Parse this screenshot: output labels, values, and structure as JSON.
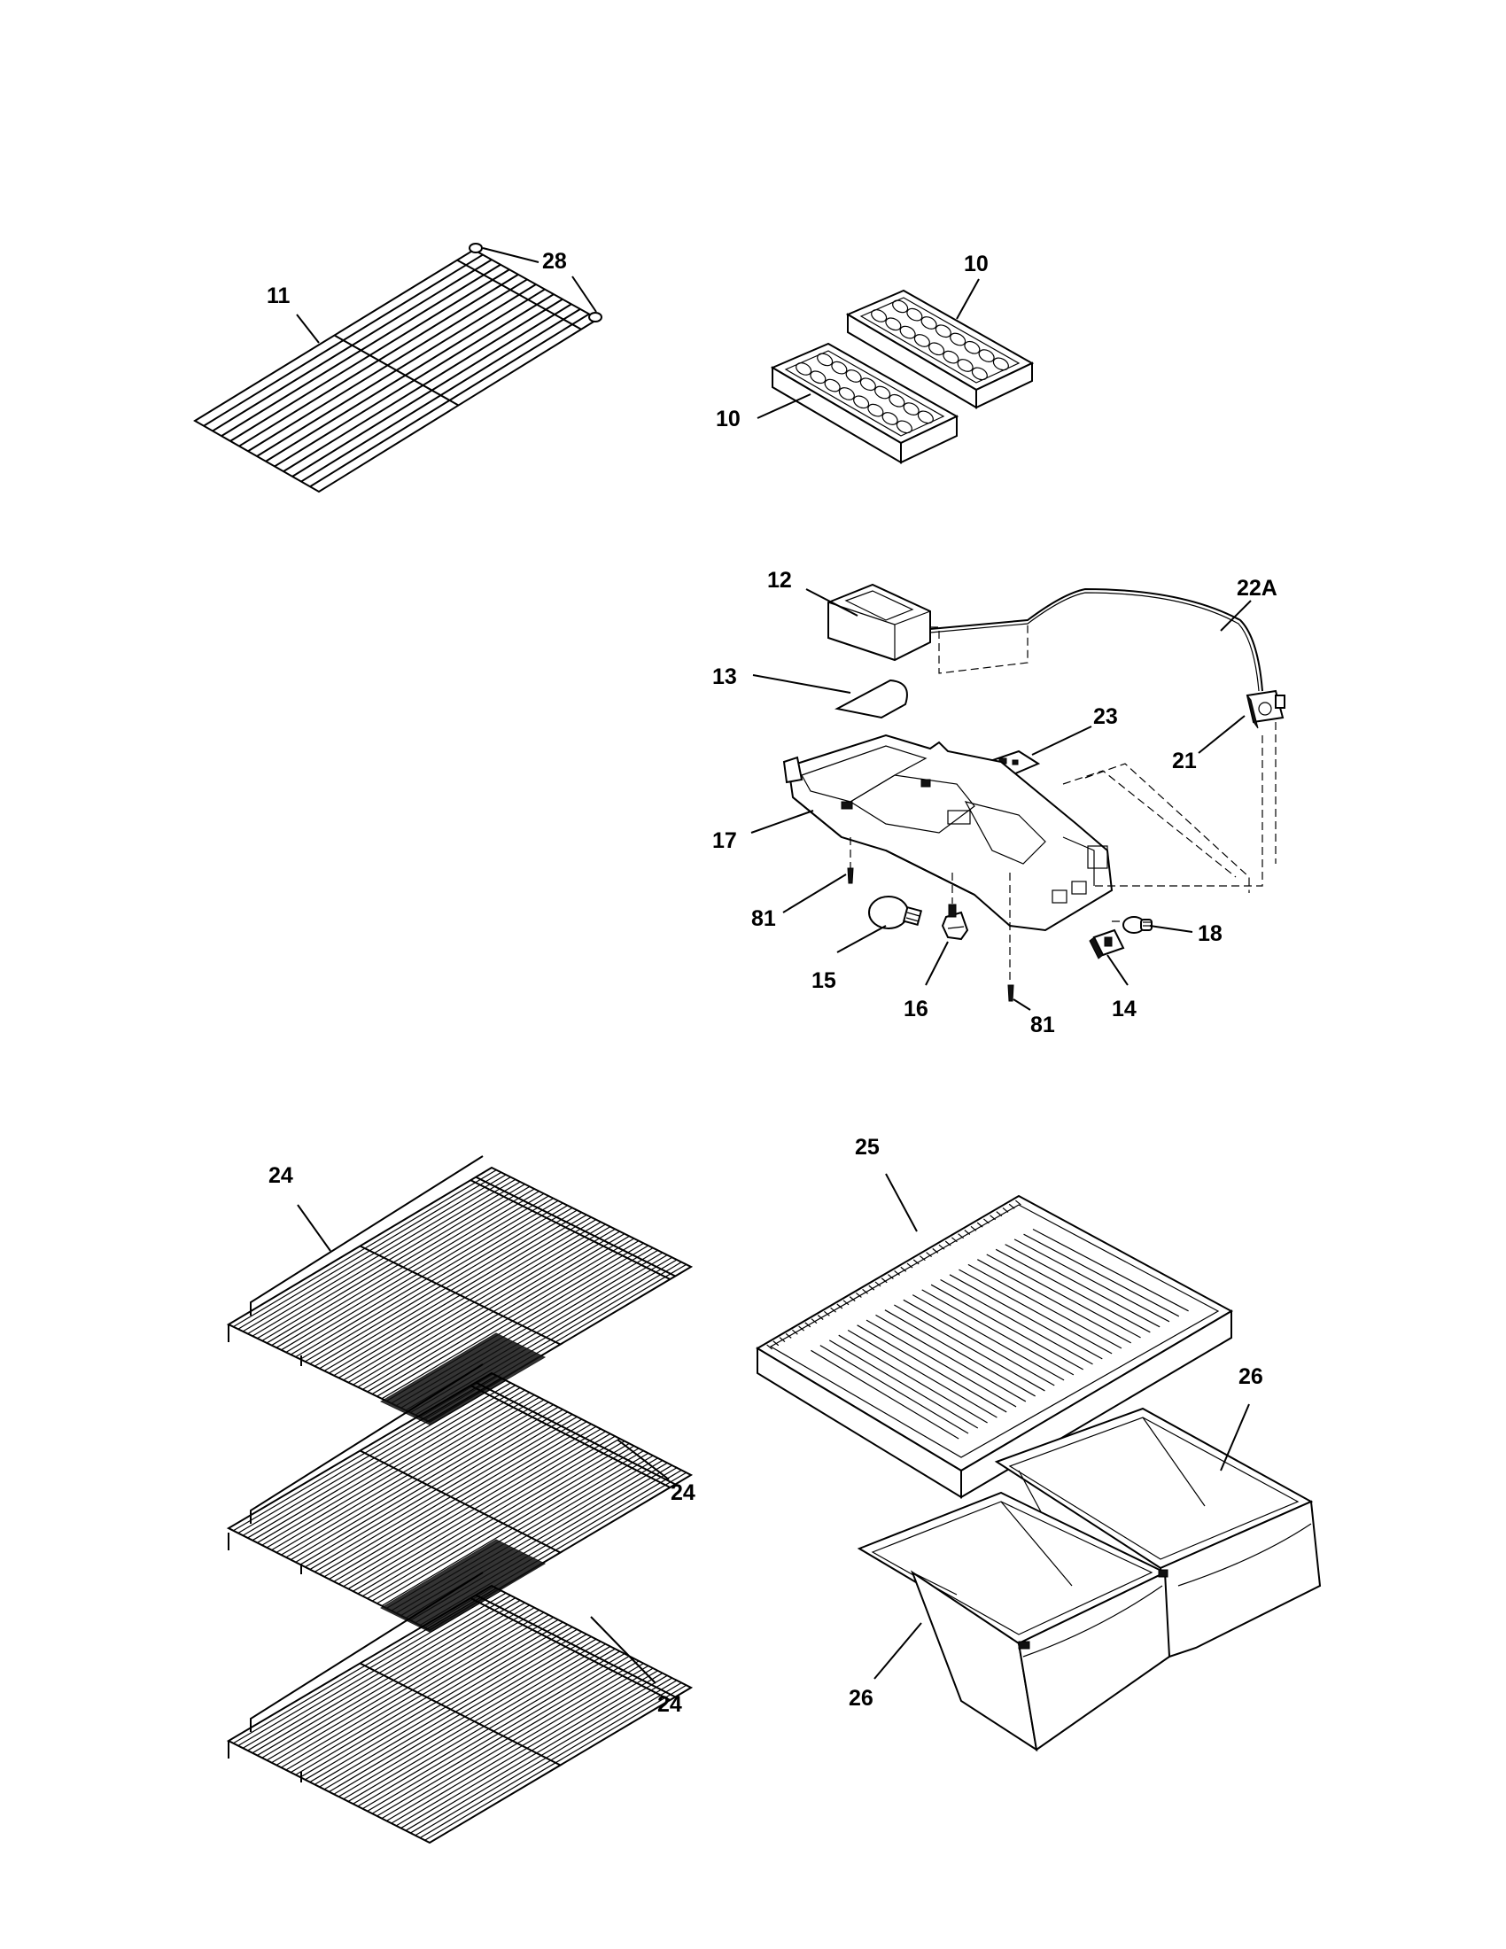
{
  "callouts": [
    {
      "id": "c11",
      "text": "11"
    },
    {
      "id": "c28",
      "text": "28"
    },
    {
      "id": "c10a",
      "text": "10"
    },
    {
      "id": "c10b",
      "text": "10"
    },
    {
      "id": "c12",
      "text": "12"
    },
    {
      "id": "c13",
      "text": "13"
    },
    {
      "id": "c22A",
      "text": "22A"
    },
    {
      "id": "c23",
      "text": "23"
    },
    {
      "id": "c21",
      "text": "21"
    },
    {
      "id": "c17",
      "text": "17"
    },
    {
      "id": "c81a",
      "text": "81"
    },
    {
      "id": "c15",
      "text": "15"
    },
    {
      "id": "c16",
      "text": "16"
    },
    {
      "id": "c81b",
      "text": "81"
    },
    {
      "id": "c14",
      "text": "14"
    },
    {
      "id": "c18",
      "text": "18"
    },
    {
      "id": "c24a",
      "text": "24"
    },
    {
      "id": "c24b",
      "text": "24"
    },
    {
      "id": "c24c",
      "text": "24"
    },
    {
      "id": "c25",
      "text": "25"
    },
    {
      "id": "c26a",
      "text": "26"
    },
    {
      "id": "c26b",
      "text": "26"
    }
  ]
}
